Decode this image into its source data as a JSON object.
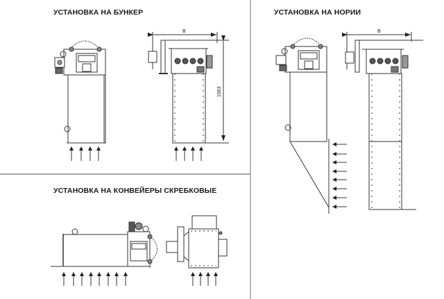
{
  "panels": {
    "bunker": {
      "title": "УСТАНОВКА НА БУНКЕР",
      "dimension_width_label": "B",
      "dimension_height_label": "1563",
      "airflow_arrows_side": 4,
      "airflow_arrows_front": 4,
      "airflow_direction": "up"
    },
    "elevator": {
      "title": "УСТАНОВКА НА НОРИИ",
      "dimension_width_label": "B",
      "airflow_arrows": 8,
      "airflow_direction": "left"
    },
    "conveyor": {
      "title": "УСТАНОВКА НА КОНВЕЙЕРЫ СКРЕБКОВЫЕ",
      "airflow_arrows_side": 8,
      "airflow_arrows_front": 4,
      "airflow_direction": "up"
    }
  },
  "colors": {
    "line": "#3a3a3a",
    "divider": "#9a9a9a",
    "background": "#ffffff"
  }
}
